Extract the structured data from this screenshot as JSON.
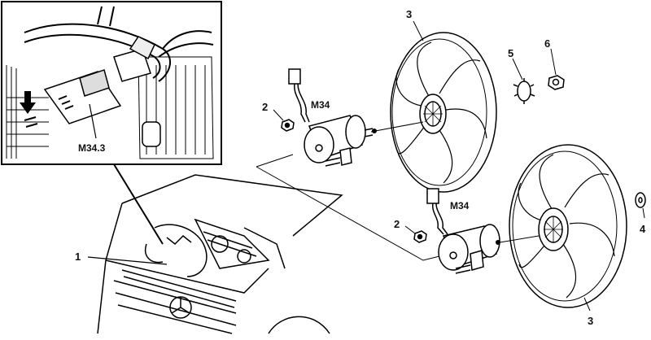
{
  "diagram": {
    "labels": {
      "item_1": "1",
      "item_2_upper": "2",
      "item_2_lower": "2",
      "item_3_upper": "3",
      "item_3_lower": "3",
      "item_4": "4",
      "item_5": "5",
      "item_6": "6",
      "connector_upper": "M34",
      "connector_lower": "M34",
      "inset_connector": "M34.3"
    }
  }
}
